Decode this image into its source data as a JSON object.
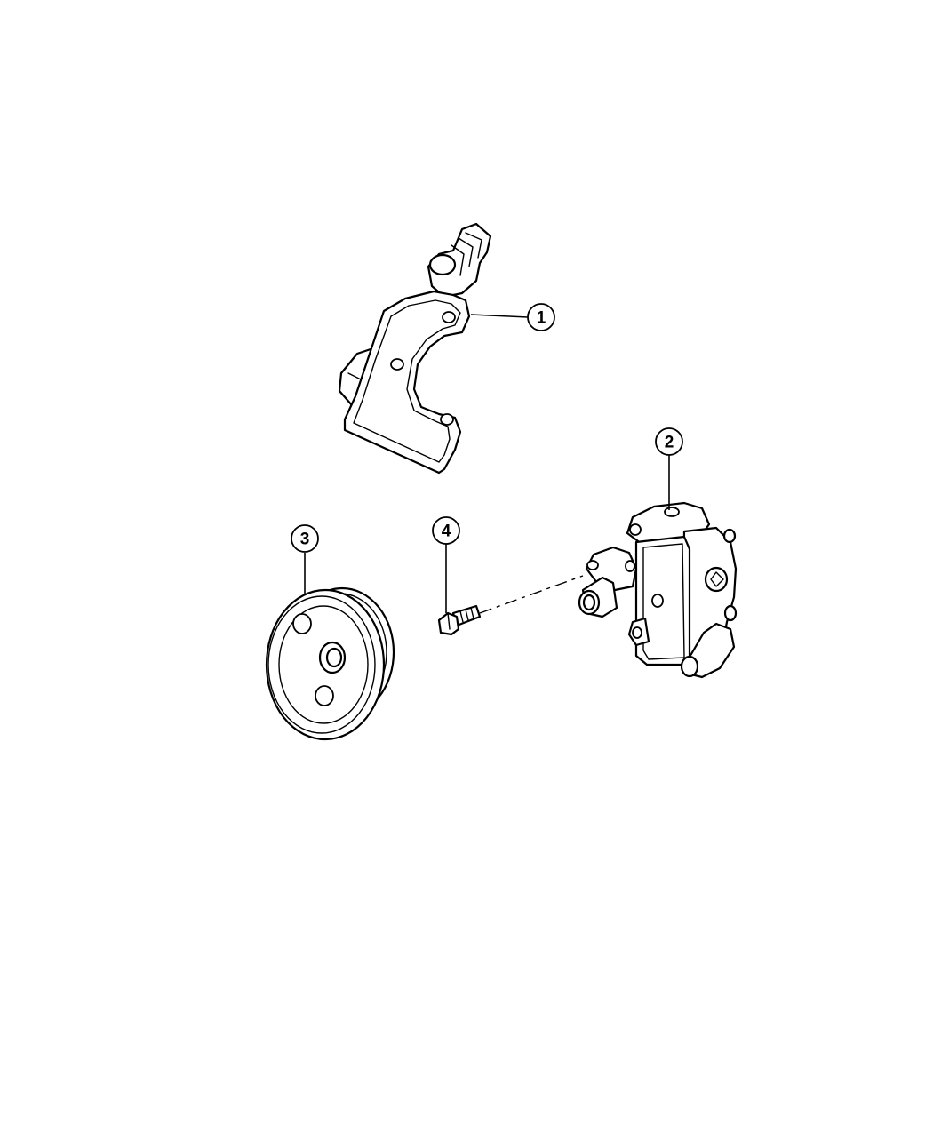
{
  "callouts": [
    {
      "number": "1",
      "part": "bracket"
    },
    {
      "number": "2",
      "part": "power-steering-pump"
    },
    {
      "number": "3",
      "part": "pulley"
    },
    {
      "number": "4",
      "part": "bolt"
    }
  ]
}
